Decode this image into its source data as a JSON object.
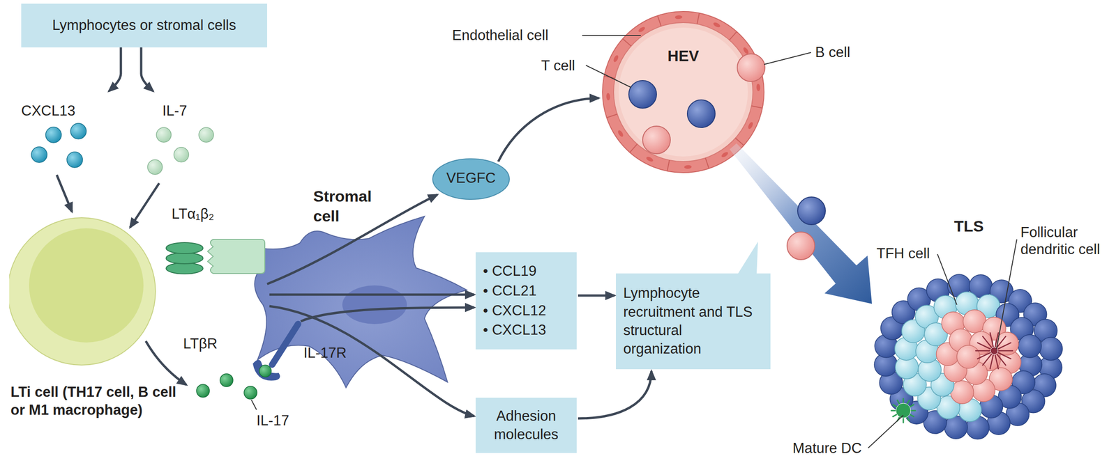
{
  "diagram": {
    "nodes": [
      {
        "text": [
          "Lymphocytes or stromal cells"
        ]
      },
      {
        "text": [
          "LTi cell (TH17 cell, B cell or M1 macrophage)"
        ]
      },
      {
        "text": [
          "Stromal cell"
        ]
      },
      {
        "text": [
          "VEGFC"
        ]
      },
      {
        "text": [
          "• CCL19",
          "• CCL21",
          "• CXCL12",
          "• CXCL13"
        ]
      },
      {
        "text": [
          "Lymphocyte recruitment and TLS structural organization"
        ]
      },
      {
        "text": [
          "Adhesion molecules"
        ]
      },
      {
        "text": [
          "HEV"
        ]
      },
      {
        "text": [
          "TLS"
        ]
      }
    ],
    "edges": [
      {
        "from": 2,
        "to": 3,
        "arrow": "to"
      },
      {
        "from": 3,
        "to": 7,
        "arrow": "to"
      },
      {
        "from": 2,
        "to": 4,
        "arrow": "to"
      },
      {
        "from": 2,
        "to": 4,
        "arrow": "to"
      },
      {
        "from": 2,
        "to": 6,
        "arrow": "to"
      },
      {
        "from": 4,
        "to": 5,
        "arrow": "to"
      },
      {
        "from": 6,
        "to": 5,
        "arrow": "to"
      },
      {
        "from": 7,
        "to": 8,
        "arrow": "to"
      }
    ],
    "labels": [
      "CXCL13",
      "IL-7",
      "LTα₁β₂",
      "LTβR",
      "IL-17R",
      "IL-17",
      "Endothelial cell",
      "T cell",
      "B cell",
      "TFH cell",
      "Follicular dendritic cell",
      "Mature DC"
    ]
  }
}
